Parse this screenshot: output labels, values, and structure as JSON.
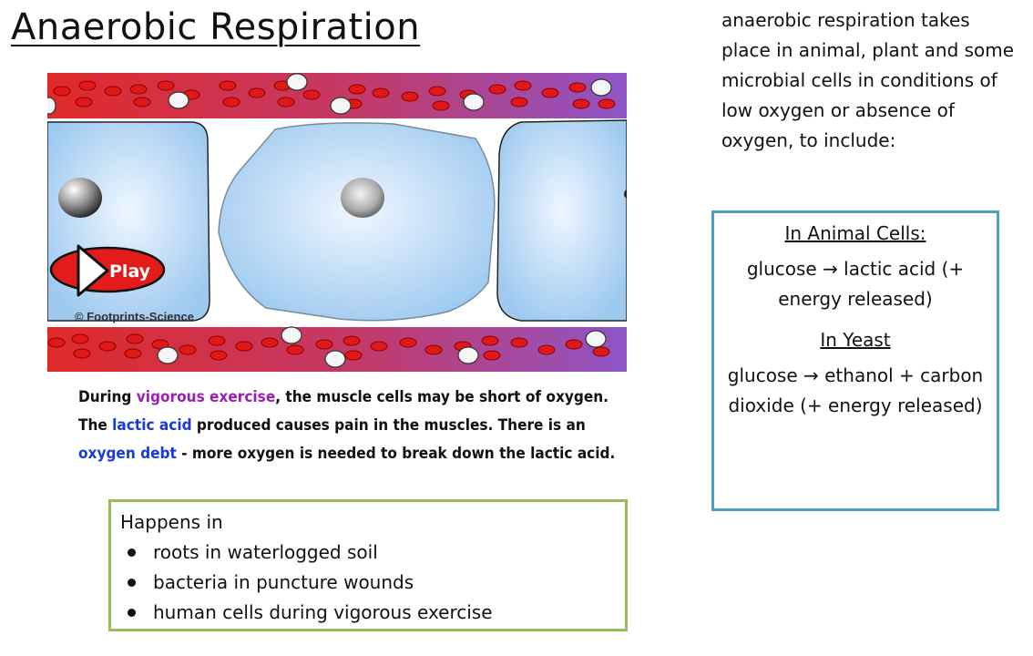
{
  "title": "Anaerobic Respiration",
  "intro": "anaerobic respiration takes place in animal, plant and some microbial cells in conditions of low oxygen or absence of oxygen, to include:",
  "animal_box": {
    "heading": " In Animal Cells:",
    "equation": "glucose → lactic acid (+ energy released)",
    "yeast_heading": "In Yeast",
    "yeast_equation": " glucose  →  ethanol + carbon dioxide (+ energy released)"
  },
  "animation": {
    "play_label": "Play",
    "copyright": "© Footprints-Science",
    "colors": {
      "blood_left": "#e02a2a",
      "blood_right": "#8e55c8",
      "cell_fill": "#bcdcf6",
      "rbc": "#e01818"
    }
  },
  "caption": {
    "line1_pre": "During ",
    "line1_highlight": "vigorous exercise",
    "line1_post": ", the muscle cells may be short of oxygen.",
    "line2_pre": "The ",
    "line2_highlight": "lactic acid",
    "line2_post": " produced causes pain in the muscles. There is an",
    "line3_highlight": "oxygen debt",
    "line3_post": " - more oxygen is needed to break down the lactic acid."
  },
  "happens": {
    "heading": "Happens in",
    "items": [
      "roots in waterlogged soil",
      "bacteria in puncture wounds",
      "human cells during vigorous exercise"
    ]
  }
}
